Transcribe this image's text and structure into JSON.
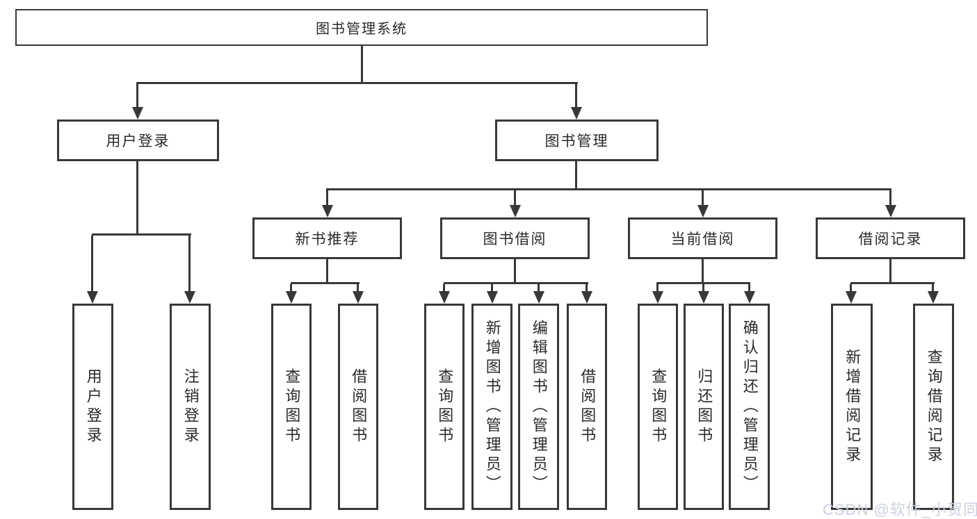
{
  "tree": {
    "root": {
      "label": "图书管理系统"
    },
    "level2": [
      {
        "label": "用户登录"
      },
      {
        "label": "图书管理"
      }
    ],
    "level3": [
      {
        "label": "新书推荐"
      },
      {
        "label": "图书借阅"
      },
      {
        "label": "当前借阅"
      },
      {
        "label": "借阅记录"
      }
    ],
    "leaves": {
      "user_login": [
        "用户登录",
        "注销登录"
      ],
      "new_book": [
        "查询图书",
        "借阅图书"
      ],
      "borrow": [
        "查询图书",
        "新增图书（管理员）",
        "编辑图书（管理员）",
        "借阅图书"
      ],
      "current": [
        "查询图书",
        "归还图书",
        "确认归还（管理员）"
      ],
      "records": [
        "新增借阅记录",
        "查询借阅记录"
      ]
    }
  },
  "watermark": {
    "text": "CSDN @软件_小贺同学"
  },
  "colors": {
    "line": "#383838",
    "text": "#2a2a2a",
    "background": "#ffffff",
    "watermark_text": "#cbd0de"
  }
}
